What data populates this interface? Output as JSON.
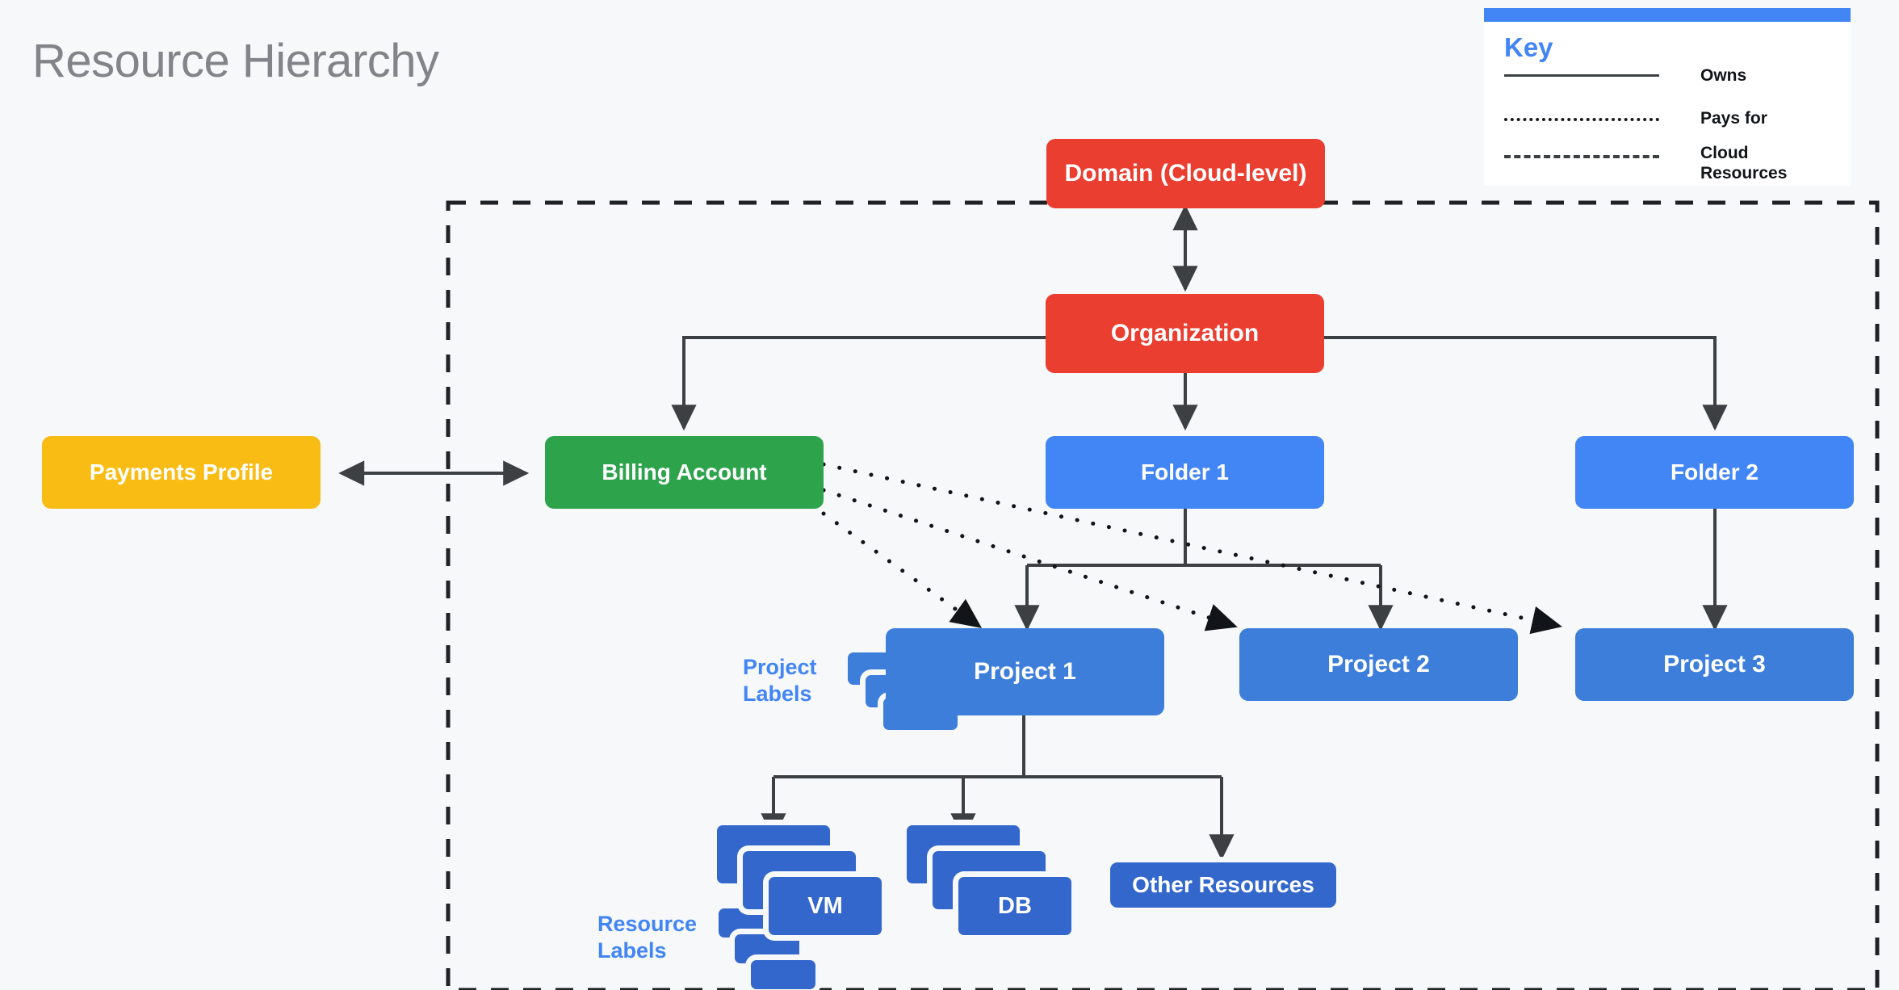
{
  "page": {
    "title": "Resource Hierarchy",
    "background_color": "#f6f8fa"
  },
  "key": {
    "title": "Key",
    "accent_color": "#4285f4",
    "rows": [
      {
        "style": "solid",
        "label": "Owns"
      },
      {
        "style": "dotted",
        "label": "Pays for"
      },
      {
        "style": "dashed",
        "label": "Cloud Resources"
      }
    ]
  },
  "nodes": {
    "domain": {
      "label": "Domain (Cloud-level)",
      "color": "#ea3e30"
    },
    "organization": {
      "label": "Organization",
      "color": "#ea3e30"
    },
    "payments_profile": {
      "label": "Payments Profile",
      "color": "#f9bc15"
    },
    "billing_account": {
      "label": "Billing Account",
      "color": "#2da34c"
    },
    "folder1": {
      "label": "Folder 1",
      "color": "#4285f4"
    },
    "folder2": {
      "label": "Folder 2",
      "color": "#4285f4"
    },
    "project1": {
      "label": "Project 1",
      "color": "#3d7edb"
    },
    "project2": {
      "label": "Project 2",
      "color": "#3d7edb"
    },
    "project3": {
      "label": "Project 3",
      "color": "#3d7edb"
    },
    "vm": {
      "label": "VM",
      "color": "#3367cc"
    },
    "db": {
      "label": "DB",
      "color": "#3367cc"
    },
    "other_resources": {
      "label": "Other Resources",
      "color": "#3367cc"
    }
  },
  "labels": {
    "project_labels": "Project\nLabels",
    "project_labels_line1": "Project",
    "project_labels_line2": "Labels",
    "resource_labels_line1": "Resource",
    "resource_labels_line2": "Labels"
  },
  "edges": [
    {
      "from": "domain",
      "to": "organization",
      "type": "owns",
      "arrow": "both"
    },
    {
      "from": "organization",
      "to": "billing_account",
      "type": "owns",
      "arrow": "end"
    },
    {
      "from": "organization",
      "to": "folder1",
      "type": "owns",
      "arrow": "end"
    },
    {
      "from": "organization",
      "to": "folder2",
      "type": "owns",
      "arrow": "end"
    },
    {
      "from": "payments_profile",
      "to": "billing_account",
      "type": "owns",
      "arrow": "both"
    },
    {
      "from": "folder1",
      "to": "project1",
      "type": "owns",
      "arrow": "end"
    },
    {
      "from": "folder1",
      "to": "project2",
      "type": "owns",
      "arrow": "end"
    },
    {
      "from": "folder2",
      "to": "project3",
      "type": "owns",
      "arrow": "end"
    },
    {
      "from": "project1",
      "to": "vm",
      "type": "owns",
      "arrow": "end"
    },
    {
      "from": "project1",
      "to": "db",
      "type": "owns",
      "arrow": "end"
    },
    {
      "from": "project1",
      "to": "other_resources",
      "type": "owns",
      "arrow": "end"
    },
    {
      "from": "billing_account",
      "to": "project1",
      "type": "pays_for",
      "arrow": "end"
    },
    {
      "from": "billing_account",
      "to": "project2",
      "type": "pays_for",
      "arrow": "end"
    },
    {
      "from": "billing_account",
      "to": "project3",
      "type": "pays_for",
      "arrow": "end"
    }
  ],
  "cloud_boundary": {
    "style": "dashed",
    "label": "Cloud Resources"
  }
}
